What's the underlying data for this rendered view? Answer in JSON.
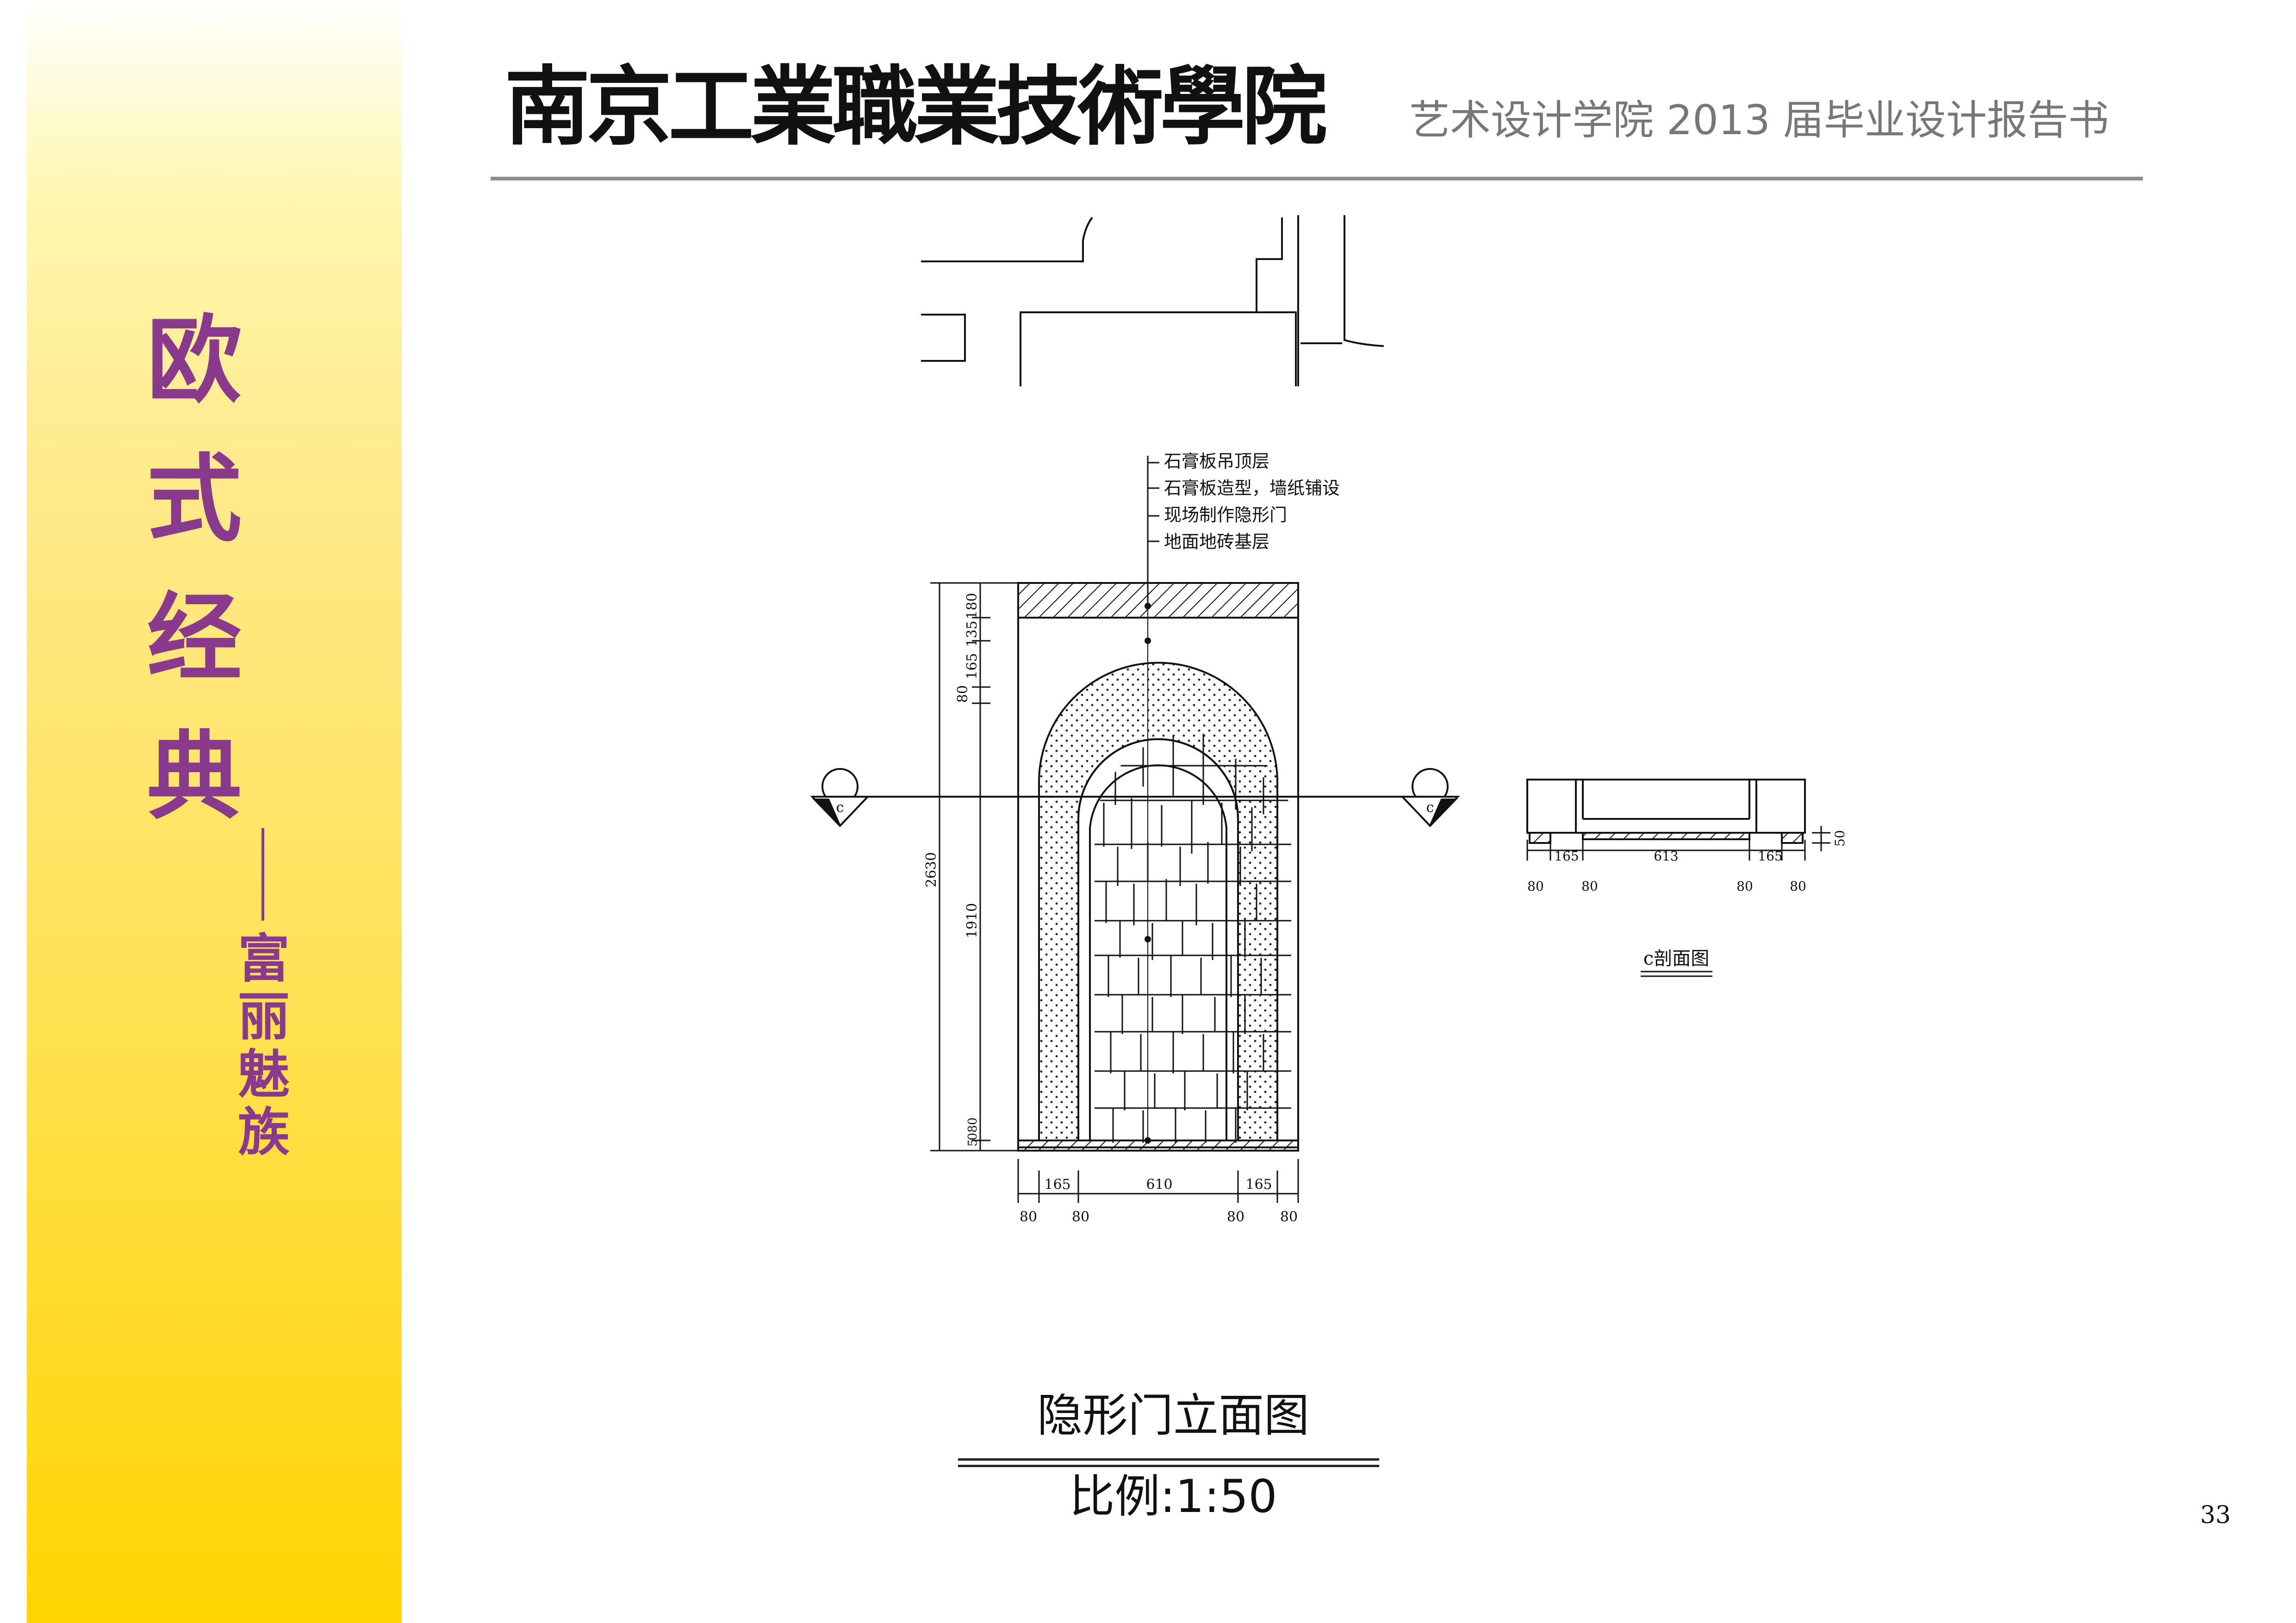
{
  "header": {
    "school_name": "南京工業職業技術學院",
    "report_title": "艺术设计学院 2013 届毕业设计报告书"
  },
  "sidebar": {
    "title_chars": [
      "欧",
      "式",
      "经",
      "典"
    ],
    "subtitle_chars": [
      "富",
      "丽",
      "魅",
      "族"
    ]
  },
  "drawing": {
    "annotations": [
      "石膏板吊顶层",
      "石膏板造型，墙纸铺设",
      "现场制作隐形门",
      "地面地砖基层"
    ],
    "section_marker": "c",
    "elevation_dims": {
      "left_vertical": [
        "180",
        "135",
        "165",
        "80",
        "1910",
        "5",
        "080"
      ],
      "total_height": "2630",
      "bottom_row1": [
        "165",
        "610",
        "165"
      ],
      "bottom_row2": [
        "80",
        "80",
        "80",
        "80"
      ]
    },
    "section_dims": {
      "row1": [
        "165",
        "613",
        "165"
      ],
      "row2": [
        "80",
        "80",
        "80",
        "80"
      ],
      "right": "50"
    },
    "section_label": "c剖面图"
  },
  "caption": {
    "title": "隐形门立面图",
    "scale": "比例:1:50"
  },
  "page_number": "33",
  "colors": {
    "sidebar_top": "#ffffff",
    "sidebar_bottom": "#ffd400",
    "sidebar_text": "#8a3a8c",
    "header_rule": "#8c8c8c"
  }
}
